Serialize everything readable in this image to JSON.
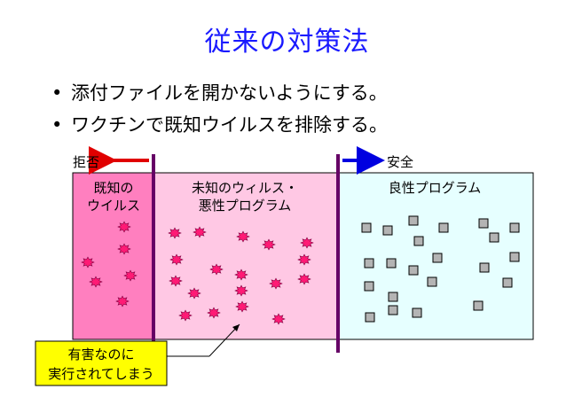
{
  "slide": {
    "title": "従来の対策法",
    "bullets": [
      "添付ファイルを開かないようにする。",
      "ワクチンで既知ウイルスを排除する。"
    ],
    "bullet_marker": "•"
  },
  "diagram": {
    "arrow_left_label": "拒否",
    "arrow_right_label": "安全",
    "region_known_label_lines": [
      "既知の",
      "ウイルス"
    ],
    "region_unknown_label_lines": [
      "未知のウィルス・",
      "悪性プログラム"
    ],
    "region_benign_label": "良性プログラム",
    "callout_lines": [
      "有害なのに",
      "実行されてしまう"
    ],
    "colors": {
      "title": "#1a1aff",
      "known_region": "#ff7fbf",
      "unknown_region": "#ffc8e4",
      "benign_region": "#e6ffff",
      "divider": "#660066",
      "reject_arrow": "#e00000",
      "safe_arrow": "#0000e0",
      "virus": "#ff1a75",
      "program": "#b4b4b4",
      "callout": "#ffff00"
    },
    "icons": {
      "known_viruses": "virus-icon",
      "unknown_viruses": "virus-icon",
      "benign_programs": "program-square-icon"
    }
  }
}
